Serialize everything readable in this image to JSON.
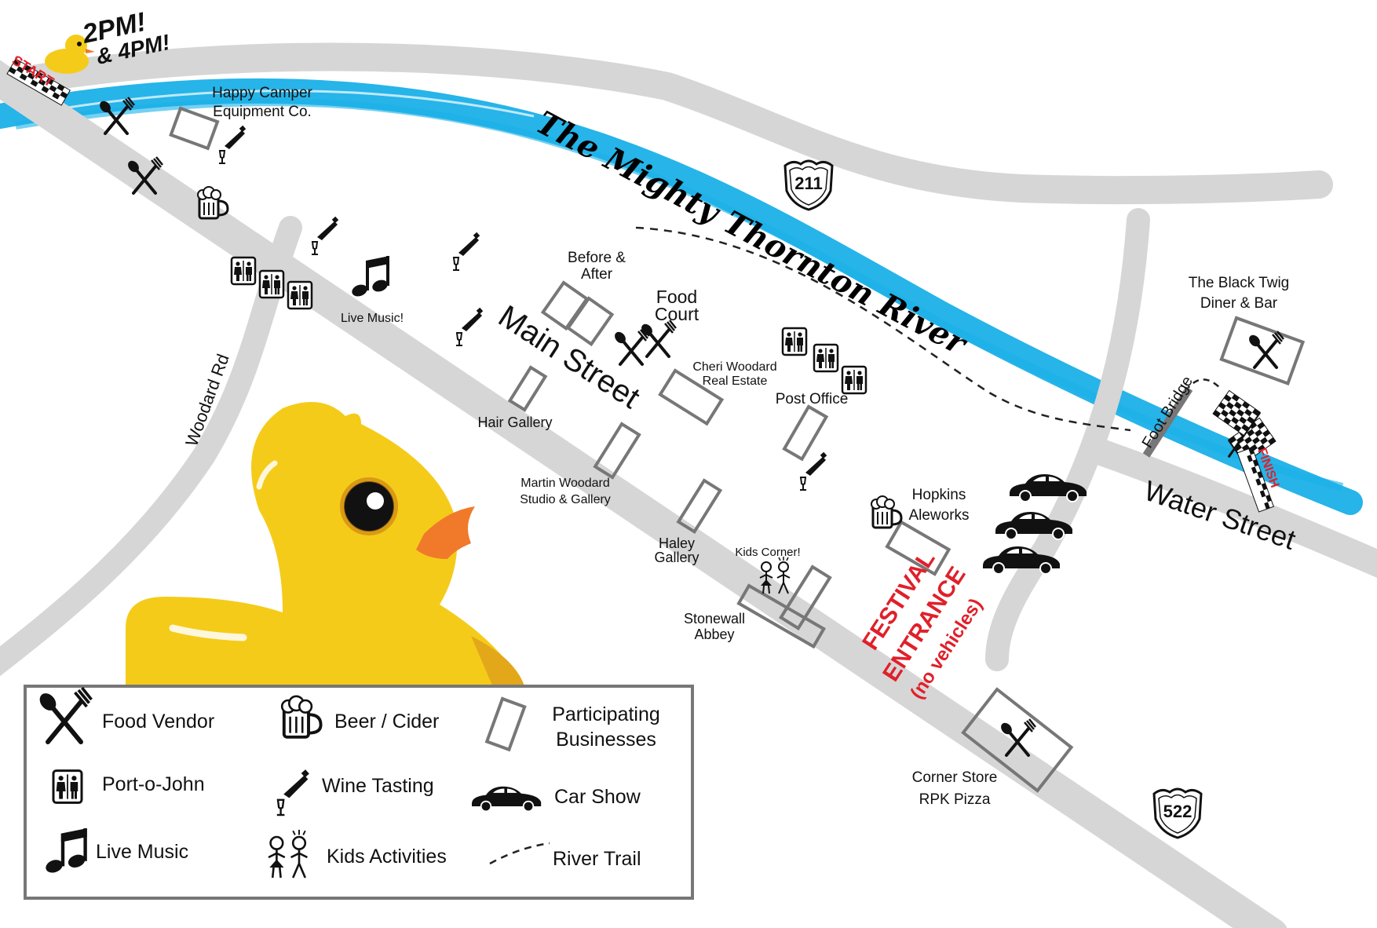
{
  "race": {
    "start_label": "START",
    "finish_label": "FINISH",
    "time_1": "2PM!",
    "time_2": "& 4PM!"
  },
  "river": {
    "name": "The Mighty Thornton River"
  },
  "roads": {
    "route_211": "211",
    "route_522": "522",
    "main_street": "Main Street",
    "water_street": "Water Street",
    "woodard_rd": "Woodard Rd",
    "foot_bridge": "Foot Bridge"
  },
  "places": {
    "happy_camper": [
      "Happy Camper",
      "Equipment Co."
    ],
    "before_after": [
      "Before &",
      "After"
    ],
    "food_court": [
      "Food",
      "Court"
    ],
    "cheri_woodard": [
      "Cheri Woodard",
      "Real Estate"
    ],
    "post_office": "Post Office",
    "black_twig": [
      "The Black Twig",
      "Diner & Bar"
    ],
    "hair_gallery": "Hair Gallery",
    "martin_woodard": [
      "Martin Woodard",
      "Studio & Gallery"
    ],
    "haley_gallery": [
      "Haley",
      "Gallery"
    ],
    "kids_corner": "Kids Corner!",
    "stonewall_abbey": [
      "Stonewall",
      "Abbey"
    ],
    "hopkins": [
      "Hopkins",
      "Aleworks"
    ],
    "corner_store": [
      "Corner Store",
      "RPK Pizza"
    ],
    "live_music": "Live Music!"
  },
  "entrance": {
    "line1": "FESTIVAL",
    "line2": "ENTRANCE",
    "line3": "(no vehicles)"
  },
  "legend": {
    "food_vendor": "Food Vendor",
    "beer_cider": "Beer / Cider",
    "participating_1": "Participating",
    "participating_2": "Businesses",
    "port_o_john": "Port-o-John",
    "wine_tasting": "Wine Tasting",
    "car_show": "Car Show",
    "live_music": "Live Music",
    "kids_activities": "Kids Activities",
    "river_trail": "River Trail"
  },
  "colors": {
    "road": "#d6d6d6",
    "river": "#1ab0e8",
    "duck_yellow": "#f5cb1a",
    "duck_beak": "#f07a2a",
    "entrance_red": "#e0202a"
  }
}
